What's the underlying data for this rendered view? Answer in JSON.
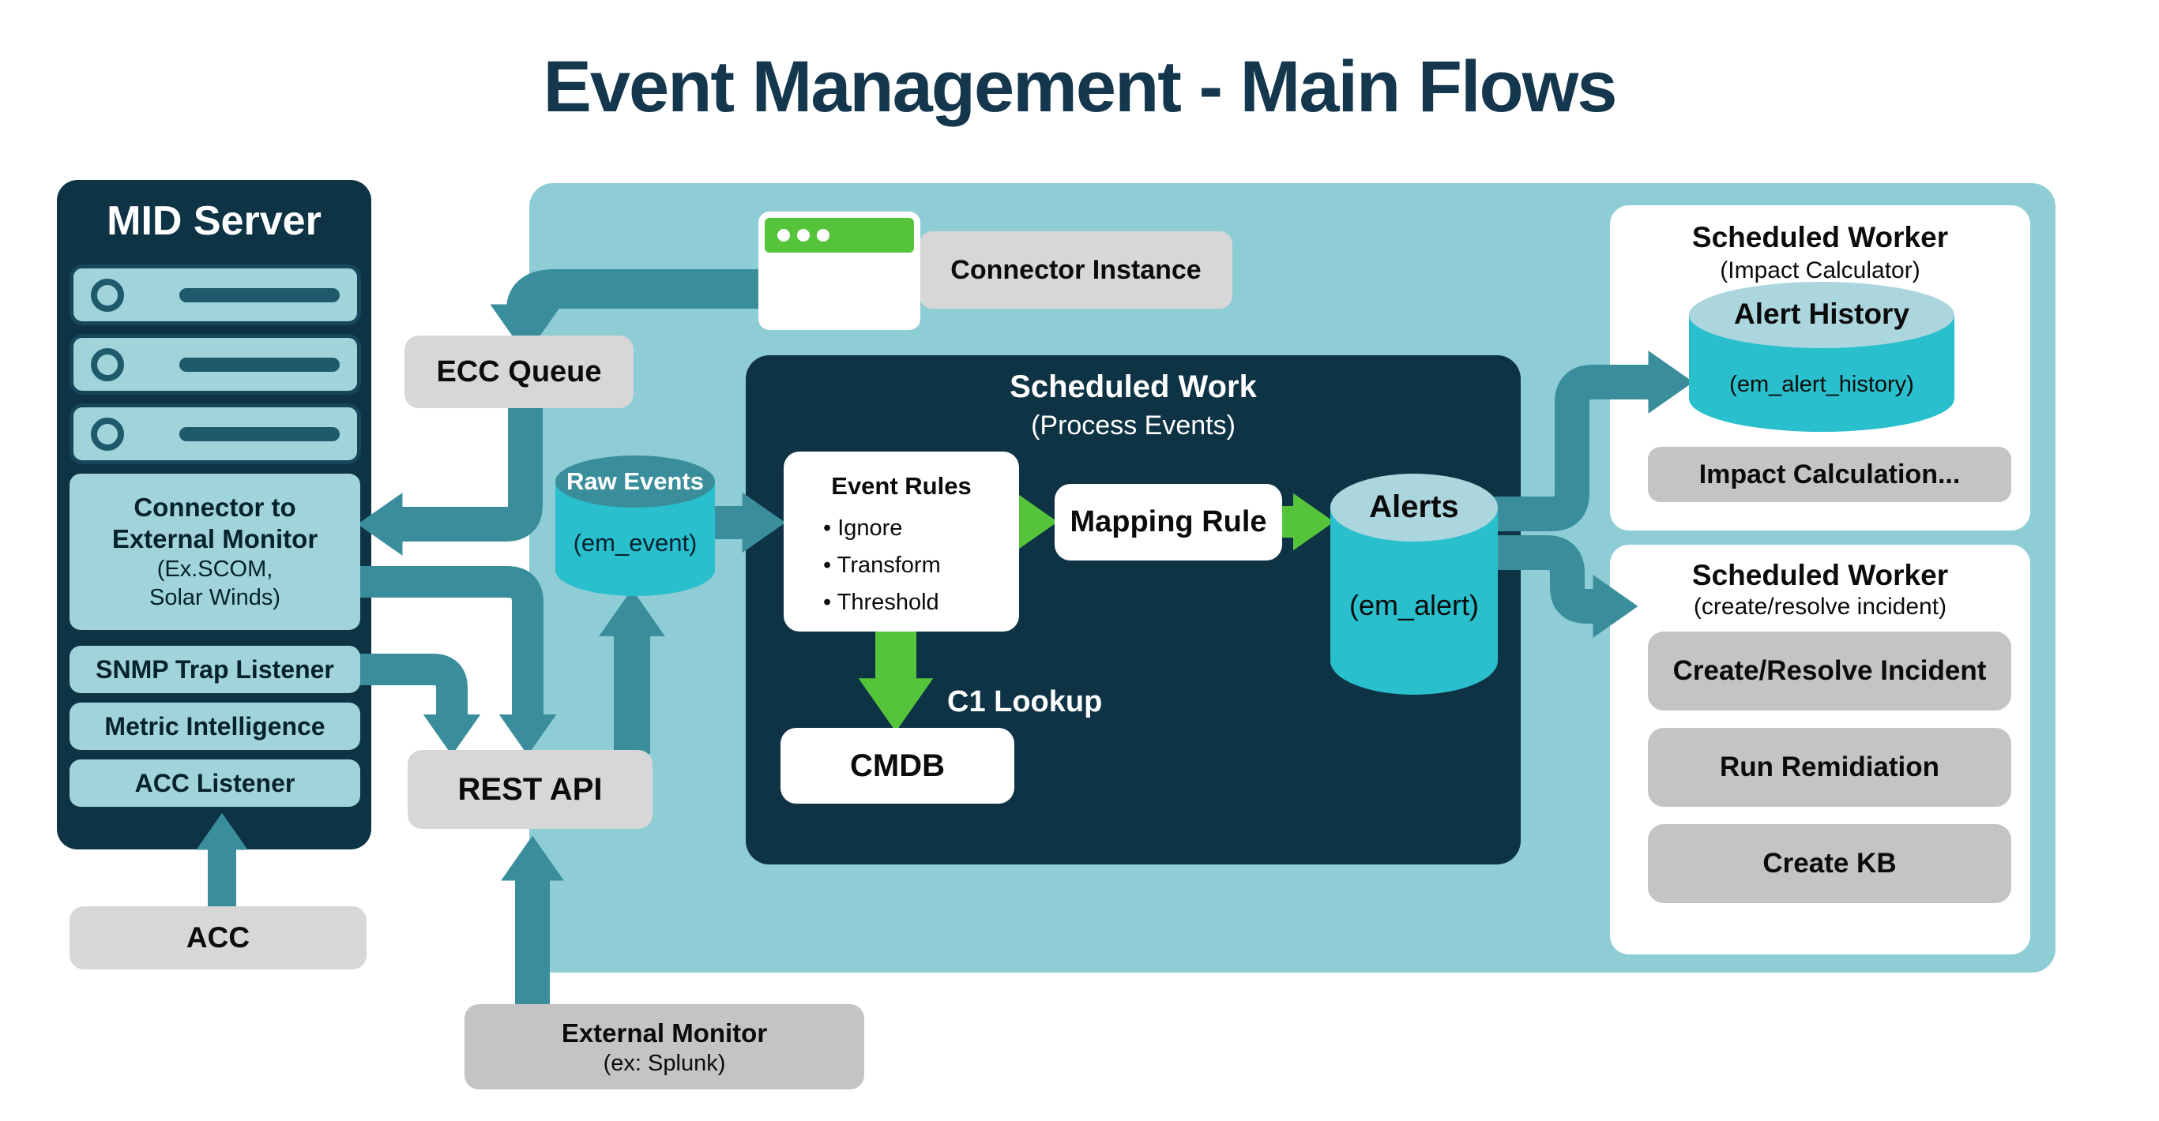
{
  "title": "Event Management - Main Flows",
  "colors": {
    "title_ink": "#14374d",
    "navy": "#0d3345",
    "panel_teal": "#8ecdd6",
    "mid_row_teal": "#a0d4da",
    "arrow_teal": "#3a8e9c",
    "green": "#55c43b",
    "cyan": "#29bfcd",
    "cyl_top_light": "#abd6de",
    "gray_light": "#d7d7d7",
    "gray_mid": "#c4c4c4"
  },
  "mid_server": {
    "title": "MID Server",
    "connector": {
      "line1": "Connector to",
      "line2": "External Monitor",
      "line3": "(Ex.SCOM,",
      "line4": "Solar Winds)"
    },
    "snmp": "SNMP Trap Listener",
    "metric": "Metric Intelligence",
    "acc_listener": "ACC Listener"
  },
  "acc": "ACC",
  "ecc_queue": "ECC Queue",
  "connector_instance": "Connector Instance",
  "rest_api": "REST API",
  "external_monitor": {
    "title": "External Monitor",
    "subtitle": "(ex: Splunk)"
  },
  "raw_events": {
    "title": "Raw Events",
    "table": "(em_event)"
  },
  "scheduled_work": {
    "title": "Scheduled Work",
    "subtitle": "(Process Events)"
  },
  "event_rules": {
    "title": "Event Rules",
    "bullets": [
      "• Ignore",
      "• Transform",
      "• Threshold"
    ]
  },
  "mapping_rule": "Mapping Rule",
  "c1_lookup": "C1 Lookup",
  "cmdb": "CMDB",
  "alerts": {
    "title": "Alerts",
    "table": "(em_alert)"
  },
  "worker_impact": {
    "title": "Scheduled Worker",
    "subtitle": "(Impact Calculator)",
    "alert_history": {
      "title": "Alert History",
      "table": "(em_alert_history)"
    },
    "action": "Impact Calculation..."
  },
  "worker_incident": {
    "title": "Scheduled Worker",
    "subtitle": "(create/resolve incident)",
    "actions": [
      "Create/Resolve Incident",
      "Run Remidiation",
      "Create KB"
    ]
  }
}
